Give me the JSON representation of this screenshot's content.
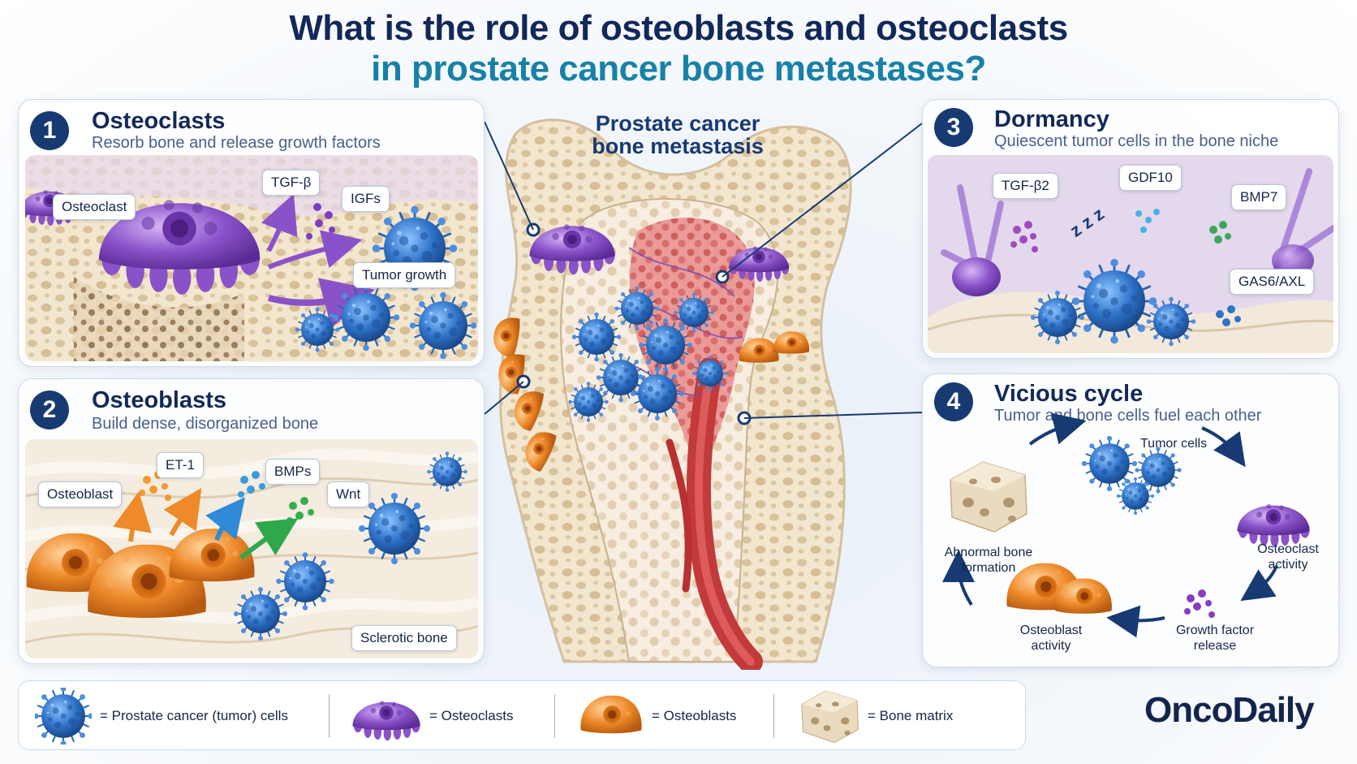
{
  "title": {
    "line1": "What is the role of osteoblasts and osteoclasts",
    "line2": "in prostate cancer bone metastases?"
  },
  "center": {
    "title_line1": "Prostate cancer",
    "title_line2": "bone metastasis"
  },
  "panels": [
    {
      "number": "1",
      "title": "Osteoclasts",
      "subtitle": "Resorb bone and release growth factors",
      "tags": [
        "Osteoclast",
        "TGF-β",
        "IGFs",
        "Tumor growth"
      ]
    },
    {
      "number": "2",
      "title": "Osteoblasts",
      "subtitle": "Build dense, disorganized bone",
      "tags": [
        "Osteoblast",
        "ET-1",
        "BMPs",
        "Wnt",
        "Sclerotic bone"
      ]
    },
    {
      "number": "3",
      "title": "Dormancy",
      "subtitle": "Quiescent tumor cells in the bone niche",
      "tags": [
        "TGF-β2",
        "GDF10",
        "BMP7",
        "GAS6/AXL"
      ]
    },
    {
      "number": "4",
      "title": "Vicious cycle",
      "subtitle": "Tumor and bone cells fuel each other",
      "cycle": [
        "Tumor cells",
        "Osteoclast activity",
        "Growth factor release",
        "Osteoblast activity",
        "Abnormal bone formation"
      ]
    }
  ],
  "zzz": "z z z",
  "legend": [
    {
      "icon": "tumor-cell-icon",
      "label": "= Prostate cancer (tumor) cells"
    },
    {
      "icon": "osteoclast-icon",
      "label": "= Osteoclasts"
    },
    {
      "icon": "osteoblast-icon",
      "label": "= Osteoblasts"
    },
    {
      "icon": "bone-matrix-icon",
      "label": "= Bone matrix"
    }
  ],
  "brand": "OncoDaily",
  "colors": {
    "tumor": "#2f73c9",
    "osteoclast": "#8a52c9",
    "osteoblast": "#ee8a2a",
    "bone": "#eee0c8",
    "navy": "#173a73",
    "teal": "#1781a8"
  }
}
